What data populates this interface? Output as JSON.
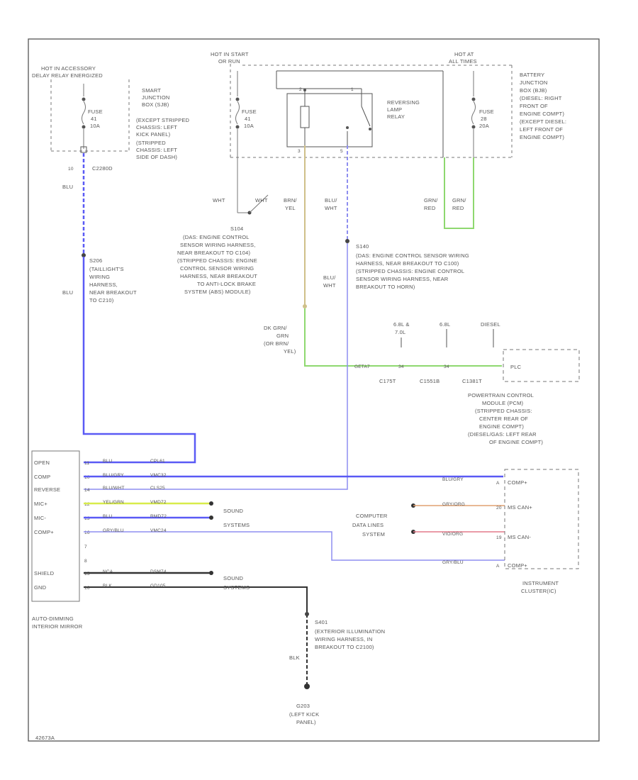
{
  "colors": {
    "frame": "#555555",
    "wire_blue": "#5a5af5",
    "wire_light_blue": "#8e8ef0",
    "wire_tan": "#cfc089",
    "wire_green": "#8ed86f",
    "wire_yellow_green": "#d8ec4a",
    "wire_black": "#333333",
    "wire_orange": "#e0a070",
    "wire_pink": "#e37a8a",
    "dashed": "#777777"
  },
  "power": {
    "acc_header": [
      "HOT IN ACCESSORY",
      "DELAY RELAY ENERGIZED"
    ],
    "start_header": [
      "HOT IN START",
      "OR RUN"
    ],
    "all_times_header": [
      "HOT AT",
      "ALL TIMES"
    ],
    "fuse_acc": [
      "FUSE",
      "41",
      "10A"
    ],
    "fuse_start": [
      "FUSE",
      "41",
      "10A"
    ],
    "fuse_all": [
      "FUSE",
      "28",
      "20A"
    ],
    "sjb_text": [
      "SMART",
      "JUNCTION",
      "BOX (SJB)",
      "(EXCEPT STRIPPED",
      "CHASSIS: LEFT",
      "KICK PANEL)",
      "(STRIPPED",
      "CHASSIS: LEFT",
      "SIDE OF DASH)"
    ],
    "bjb_text": [
      "BATTERY",
      "JUNCTION",
      "BOX (BJB)",
      "(DIESEL: RIGHT",
      "FRONT OF",
      "ENGINE COMPT)",
      "(EXCEPT DIESEL:",
      "LEFT FRONT OF",
      "ENGINE COMPT)"
    ]
  },
  "relay": {
    "label": [
      "REVERSING",
      "LAMP",
      "RELAY"
    ],
    "pins": [
      "2",
      "1",
      "3",
      "5"
    ]
  },
  "wires": {
    "acc_pin": "10",
    "acc_connector": "C2280D",
    "blu_1": "BLU",
    "blu_2": "BLU",
    "wht_1": "WHT",
    "wht_2": "WHT",
    "brn_yel": [
      "BRN/",
      "YEL"
    ],
    "blu_wht": [
      "BLU/",
      "WHT"
    ],
    "grn_red_1": [
      "GRN/",
      "RED"
    ],
    "grn_red_2": [
      "GRN/",
      "RED"
    ],
    "blu_wht_2": [
      "BLU/",
      "WHT"
    ],
    "dk_grn": [
      "DK GRN/",
      "GRN",
      "(OR BRN/",
      "YEL)"
    ],
    "blk": "BLK"
  },
  "splices": {
    "s104": [
      "S104",
      "(DAS: ENGINE CONTROL",
      "SENSOR WIRING HARNESS,",
      "NEAR BREAKOUT TO C104)",
      "(STRIPPED CHASSIS: ENGINE",
      "CONTROL SENSOR WIRING",
      "HARNESS, NEAR BREAKOUT",
      "TO ANTI-LOCK BRAKE",
      "SYSTEM (ABS) MODULE)"
    ],
    "s140": [
      "S140",
      "(DAS: ENGINE CONTROL SENSOR WIRING",
      "HARNESS, NEAR BREAKOUT TO C100)",
      "(STRIPPED CHASSIS: ENGINE CONTROL",
      "SENSOR WIRING HARNESS, NEAR",
      "BREAKOUT TO HORN)"
    ],
    "s206": [
      "S206",
      "(TAILLIGHT'S",
      "WIRING",
      "HARNESS,",
      "NEAR BREAKOUT",
      "TO C210)"
    ],
    "s401": [
      "S401",
      "(EXTERIOR ILLUMINATION",
      "WIRING HARNESS, IN",
      "BREAKOUT TO C2100)"
    ],
    "g203": [
      "G203",
      "(LEFT KICK",
      "PANEL)"
    ]
  },
  "pcm": {
    "variants": [
      [
        "6.8L &",
        "7.0L"
      ],
      [
        "6.8L"
      ],
      [
        "DIESEL"
      ]
    ],
    "pin_label": "GETA7",
    "pins": [
      "34",
      "34"
    ],
    "connectors": [
      "C175T",
      "C1551B",
      "C1381T"
    ],
    "box_label": "PLC",
    "description": [
      "POWERTRAIN CONTROL",
      "MODULE (PCM)",
      "(STRIPPED CHASSIS:",
      "CENTER REAR OF",
      "ENGINE COMPT)",
      "(DIESEL/GAS: LEFT REAR",
      "OF ENGINE COMPT)"
    ]
  },
  "mirror": {
    "pins_left": [
      "OPEN",
      "COMP",
      "REVERSE",
      "MIC+",
      "MIC-",
      "COMP+",
      "",
      "",
      "SHIELD",
      "GND"
    ],
    "pin_numbers": [
      "11",
      "10",
      "14",
      "12",
      "13",
      "16",
      "7",
      "8",
      "15",
      "16"
    ],
    "wire_colors": [
      "BLU",
      "BLU/GRY",
      "BLU/WHT",
      "YEL/GRN",
      "BLU",
      "GRY/BLU",
      "",
      "",
      "NCA",
      "BLK"
    ],
    "circuits": [
      "CPL61",
      "VMC32",
      "CLS25",
      "VMD72",
      "RMD72",
      "VMC24",
      "",
      "",
      "DSM74",
      "GD105"
    ],
    "label": [
      "AUTO-DIMMING",
      "INTERIOR MIRROR"
    ]
  },
  "destinations": {
    "sound_1": [
      "SOUND",
      "SYSTEMS"
    ],
    "sound_2": [
      "SOUND",
      "SYSTEMS"
    ],
    "data_lines": [
      "COMPUTER",
      "DATA LINES",
      "SYSTEM"
    ]
  },
  "cluster": {
    "pins": [
      "COMP+",
      "MS CAN+",
      "MS CAN-",
      "COMP+"
    ],
    "pin_numbers": [
      "A",
      "20",
      "19",
      "A"
    ],
    "wires": [
      "BLU/GRY",
      "GRY/ORG",
      "VIO/ORG",
      "GRY/BLU"
    ],
    "label": [
      "INSTRUMENT",
      "CLUSTER(IC)"
    ]
  },
  "footer_code": "42673A"
}
